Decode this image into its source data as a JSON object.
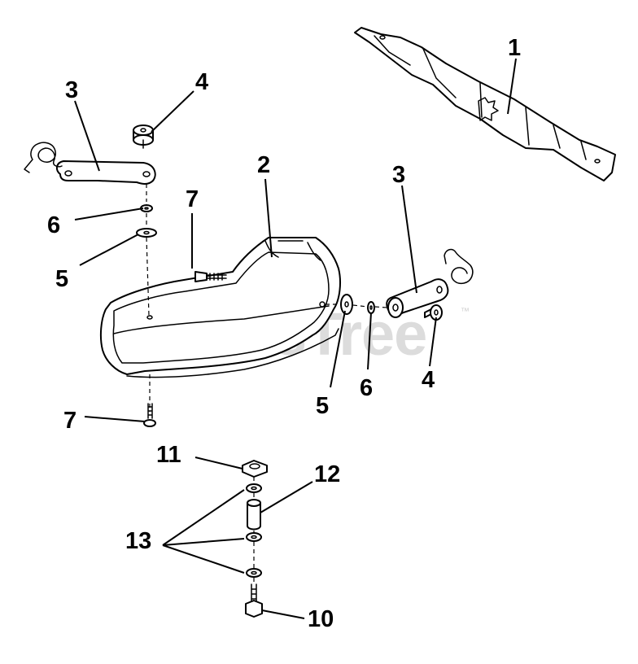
{
  "watermark": {
    "text": "PartsTree",
    "trademark": "™"
  },
  "callouts": {
    "blade": "1",
    "deflector": "2",
    "bracket_left": "3",
    "bracket_right": "3",
    "nut_left": "4",
    "nut_right": "4",
    "washer_left": "5",
    "washer_right": "5",
    "lockwasher_left": "6",
    "lockwasher_right": "6",
    "bolt_upper": "7",
    "bolt_lower": "7",
    "hex_bolt": "10",
    "hex_nut": "11",
    "spacer": "12",
    "washers": "13"
  }
}
